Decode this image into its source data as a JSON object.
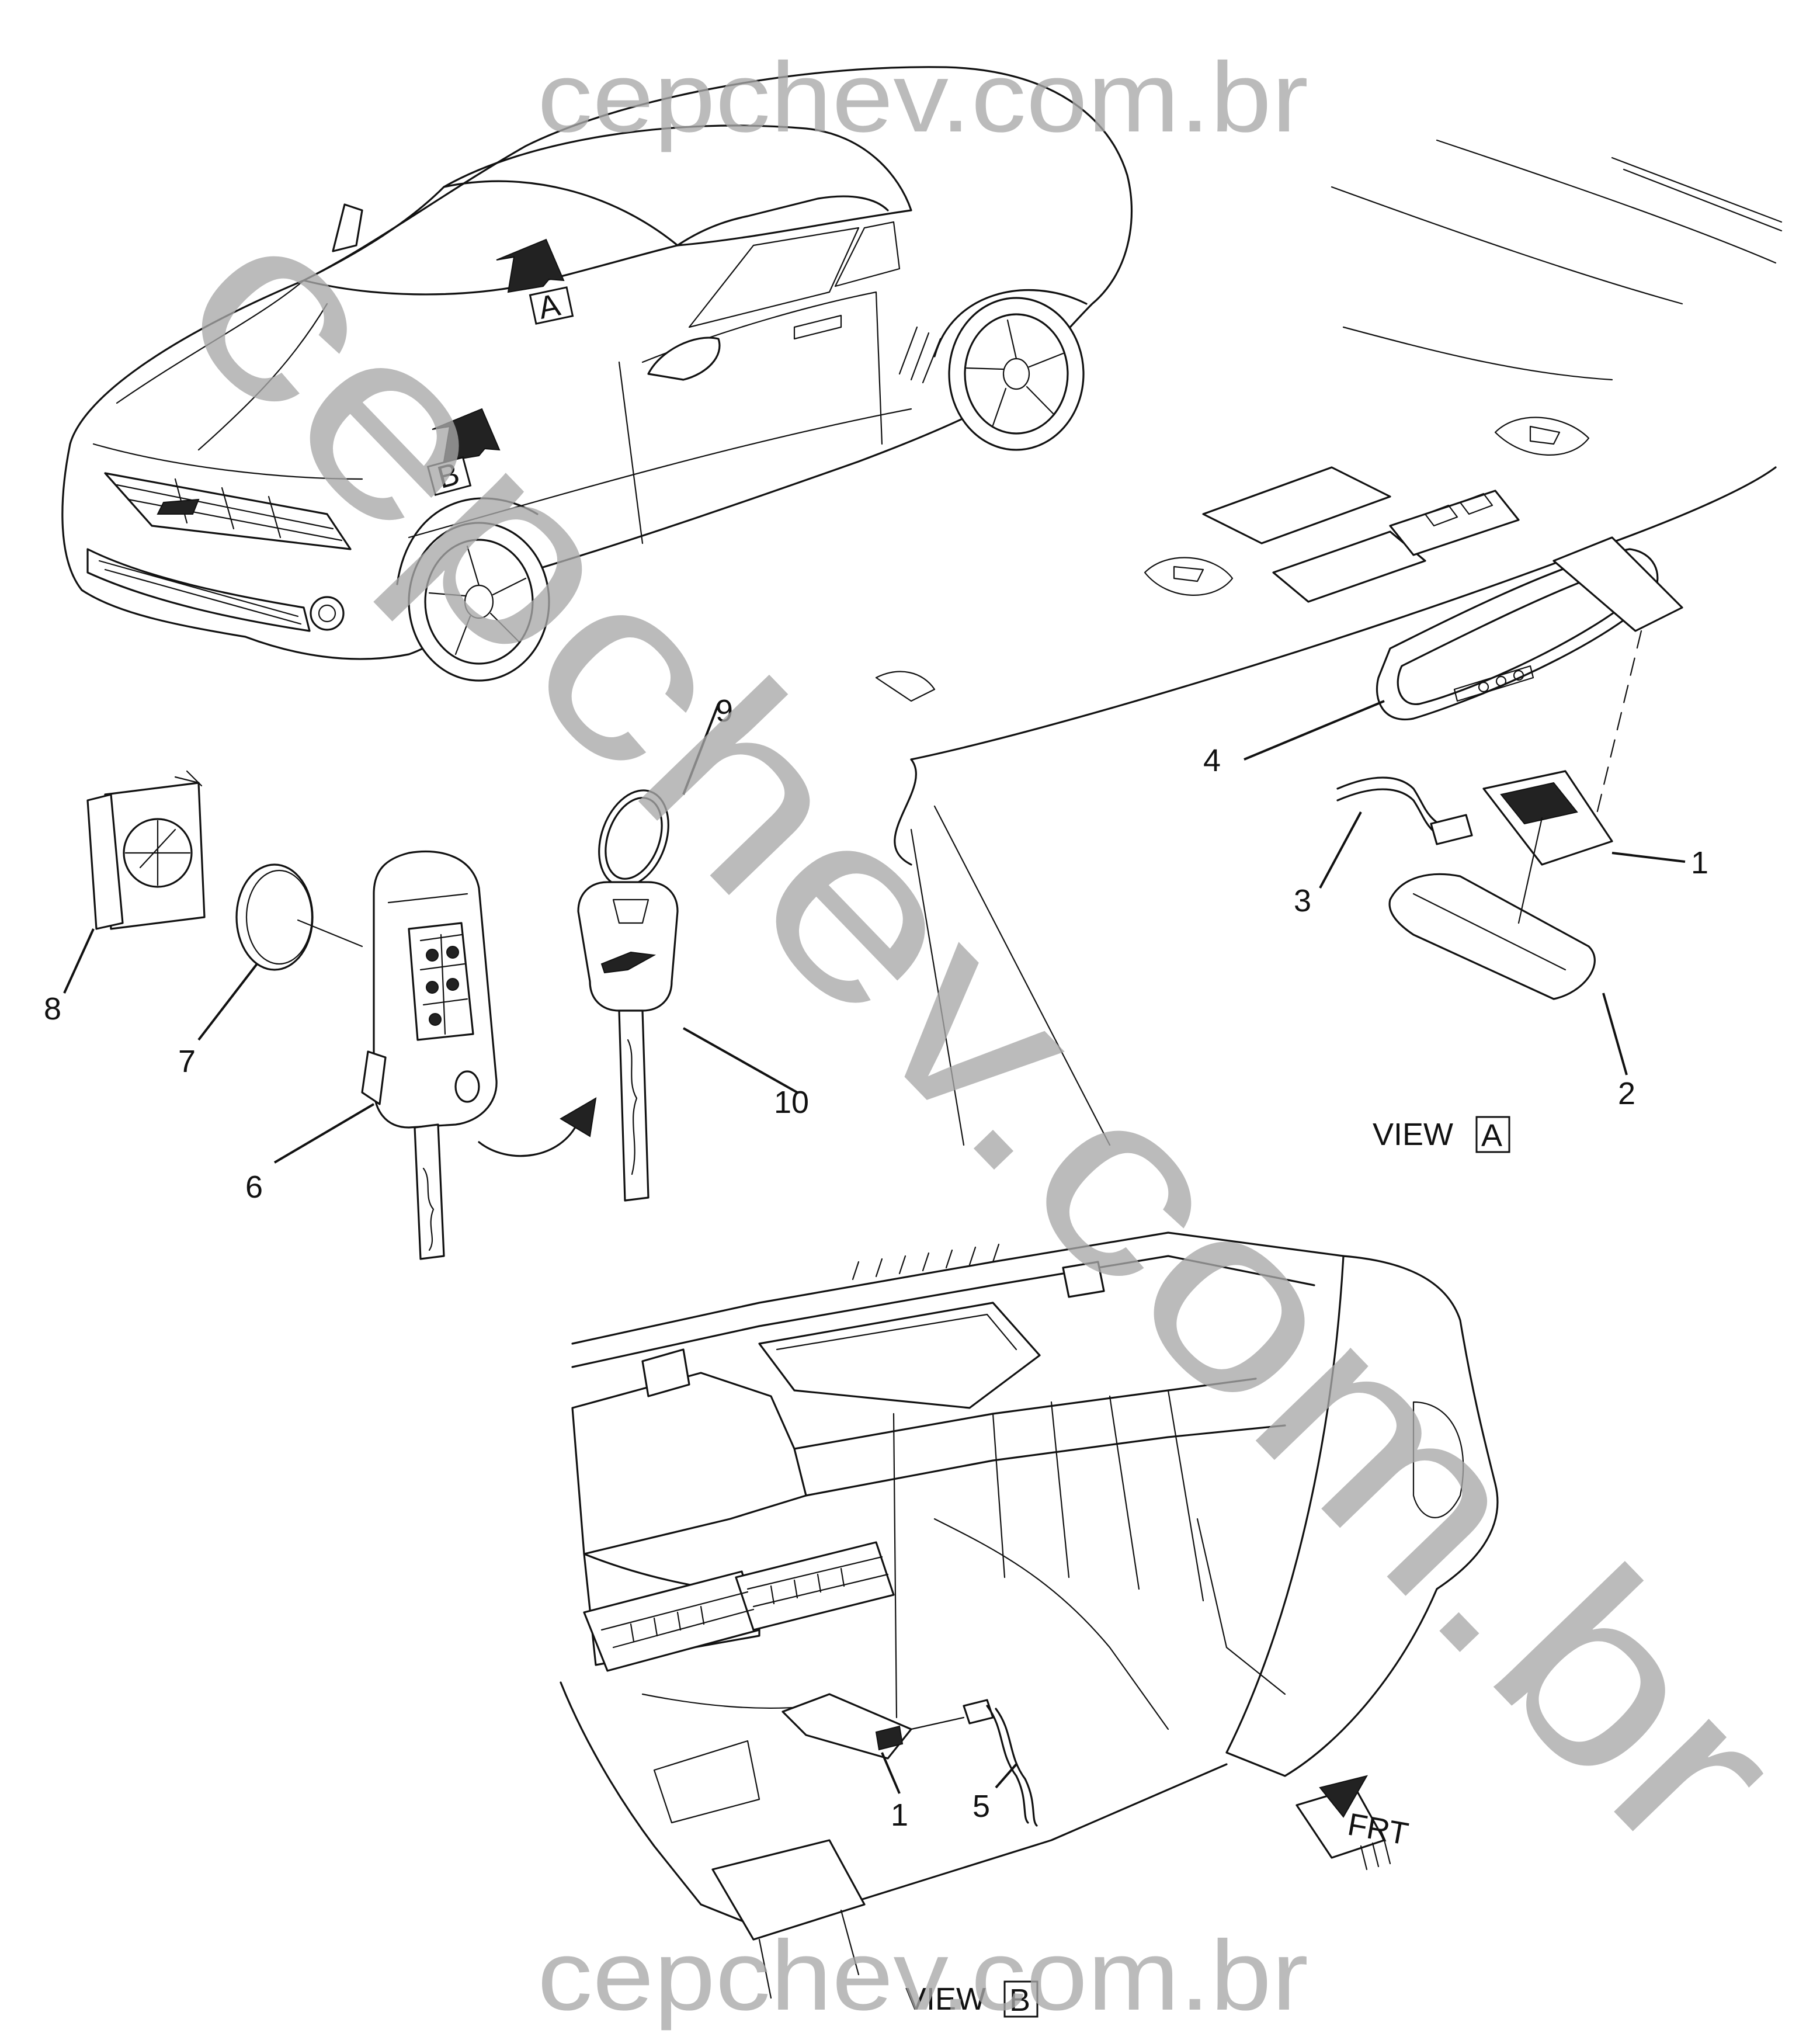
{
  "watermark": {
    "top": "cepchev.com.br",
    "bottom": "cepchev.com.br",
    "diagonal": "cepchev.com.br"
  },
  "view_markers": {
    "a": {
      "letter": "A"
    },
    "b": {
      "letter": "B"
    }
  },
  "view_captions": {
    "a": {
      "prefix": "VIEW",
      "letter": "A"
    },
    "b": {
      "prefix": "VIEW",
      "letter": "B"
    }
  },
  "callouts": {
    "c1_top": "1",
    "c1_bottom": "1",
    "c2": "2",
    "c3": "3",
    "c4": "4",
    "c5": "5",
    "c6": "6",
    "c7": "7",
    "c8": "8",
    "c9": "9",
    "c10": "10"
  },
  "direction_arrow": {
    "label": "FRT"
  },
  "colors": {
    "line": "#111111",
    "watermark": "#a8a8a8",
    "background": "#ffffff"
  }
}
